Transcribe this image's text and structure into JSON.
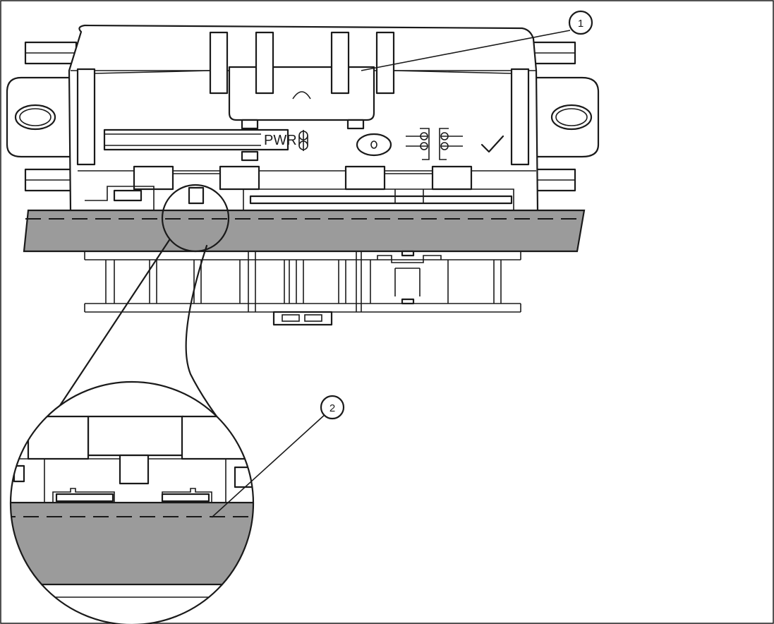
{
  "figure": {
    "callouts": [
      {
        "number": "1"
      },
      {
        "number": "2"
      }
    ],
    "indicator_label": "PWR",
    "icons": [
      "pinion-icon",
      "bus-connector-left-icon",
      "bus-connector-right-icon",
      "checkmark-icon",
      "oval-button-icon"
    ],
    "colors": {
      "rail": "#9b9b9b",
      "line": "#1a1a1a",
      "background": "#ffffff"
    }
  }
}
